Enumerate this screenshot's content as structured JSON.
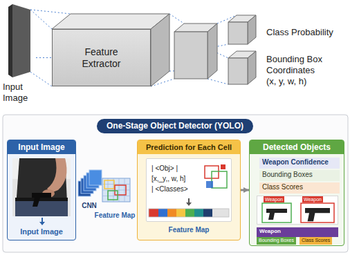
{
  "diagram": {
    "title": "One-Stage Object Detector (YOLO)",
    "nodes": [
      {
        "text": [
          "Input Image"
        ]
      },
      {
        "text": [
          "Feature Extractor"
        ]
      },
      {
        "text": [
          "Class Probability"
        ]
      },
      {
        "text": [
          "Bounding Box Coordinates (x, y, w, h)"
        ]
      },
      {
        "text": [
          "Input Image",
          "Input Image"
        ]
      },
      {
        "text": [
          "Prediction for Each Cell",
          "Feature Map"
        ]
      },
      {
        "text": [
          "| <Obj> |",
          "[x,_y,, w, h]",
          "| <Classes>"
        ],
        "in": 5
      },
      {
        "text": [
          "Detected Objects"
        ]
      },
      {
        "text": [
          "Weapon Confidence"
        ],
        "in": 7
      },
      {
        "text": [
          "Bounding Boxes"
        ],
        "in": 7
      },
      {
        "text": [
          "Class Scores"
        ],
        "in": 7
      },
      {
        "text": [
          "Weapon"
        ],
        "in": 7
      },
      {
        "text": [
          "Bounding Boxes"
        ],
        "in": 7
      },
      {
        "text": [
          "Class Scores"
        ],
        "in": 7
      }
    ],
    "edges": [
      {
        "from": 0,
        "to": 1,
        "arrow": "none"
      },
      {
        "from": 5,
        "to": 7,
        "arrow": "to"
      }
    ],
    "labels": [
      "CNN",
      "Feature Map",
      "Weapon",
      "Weapon"
    ]
  }
}
